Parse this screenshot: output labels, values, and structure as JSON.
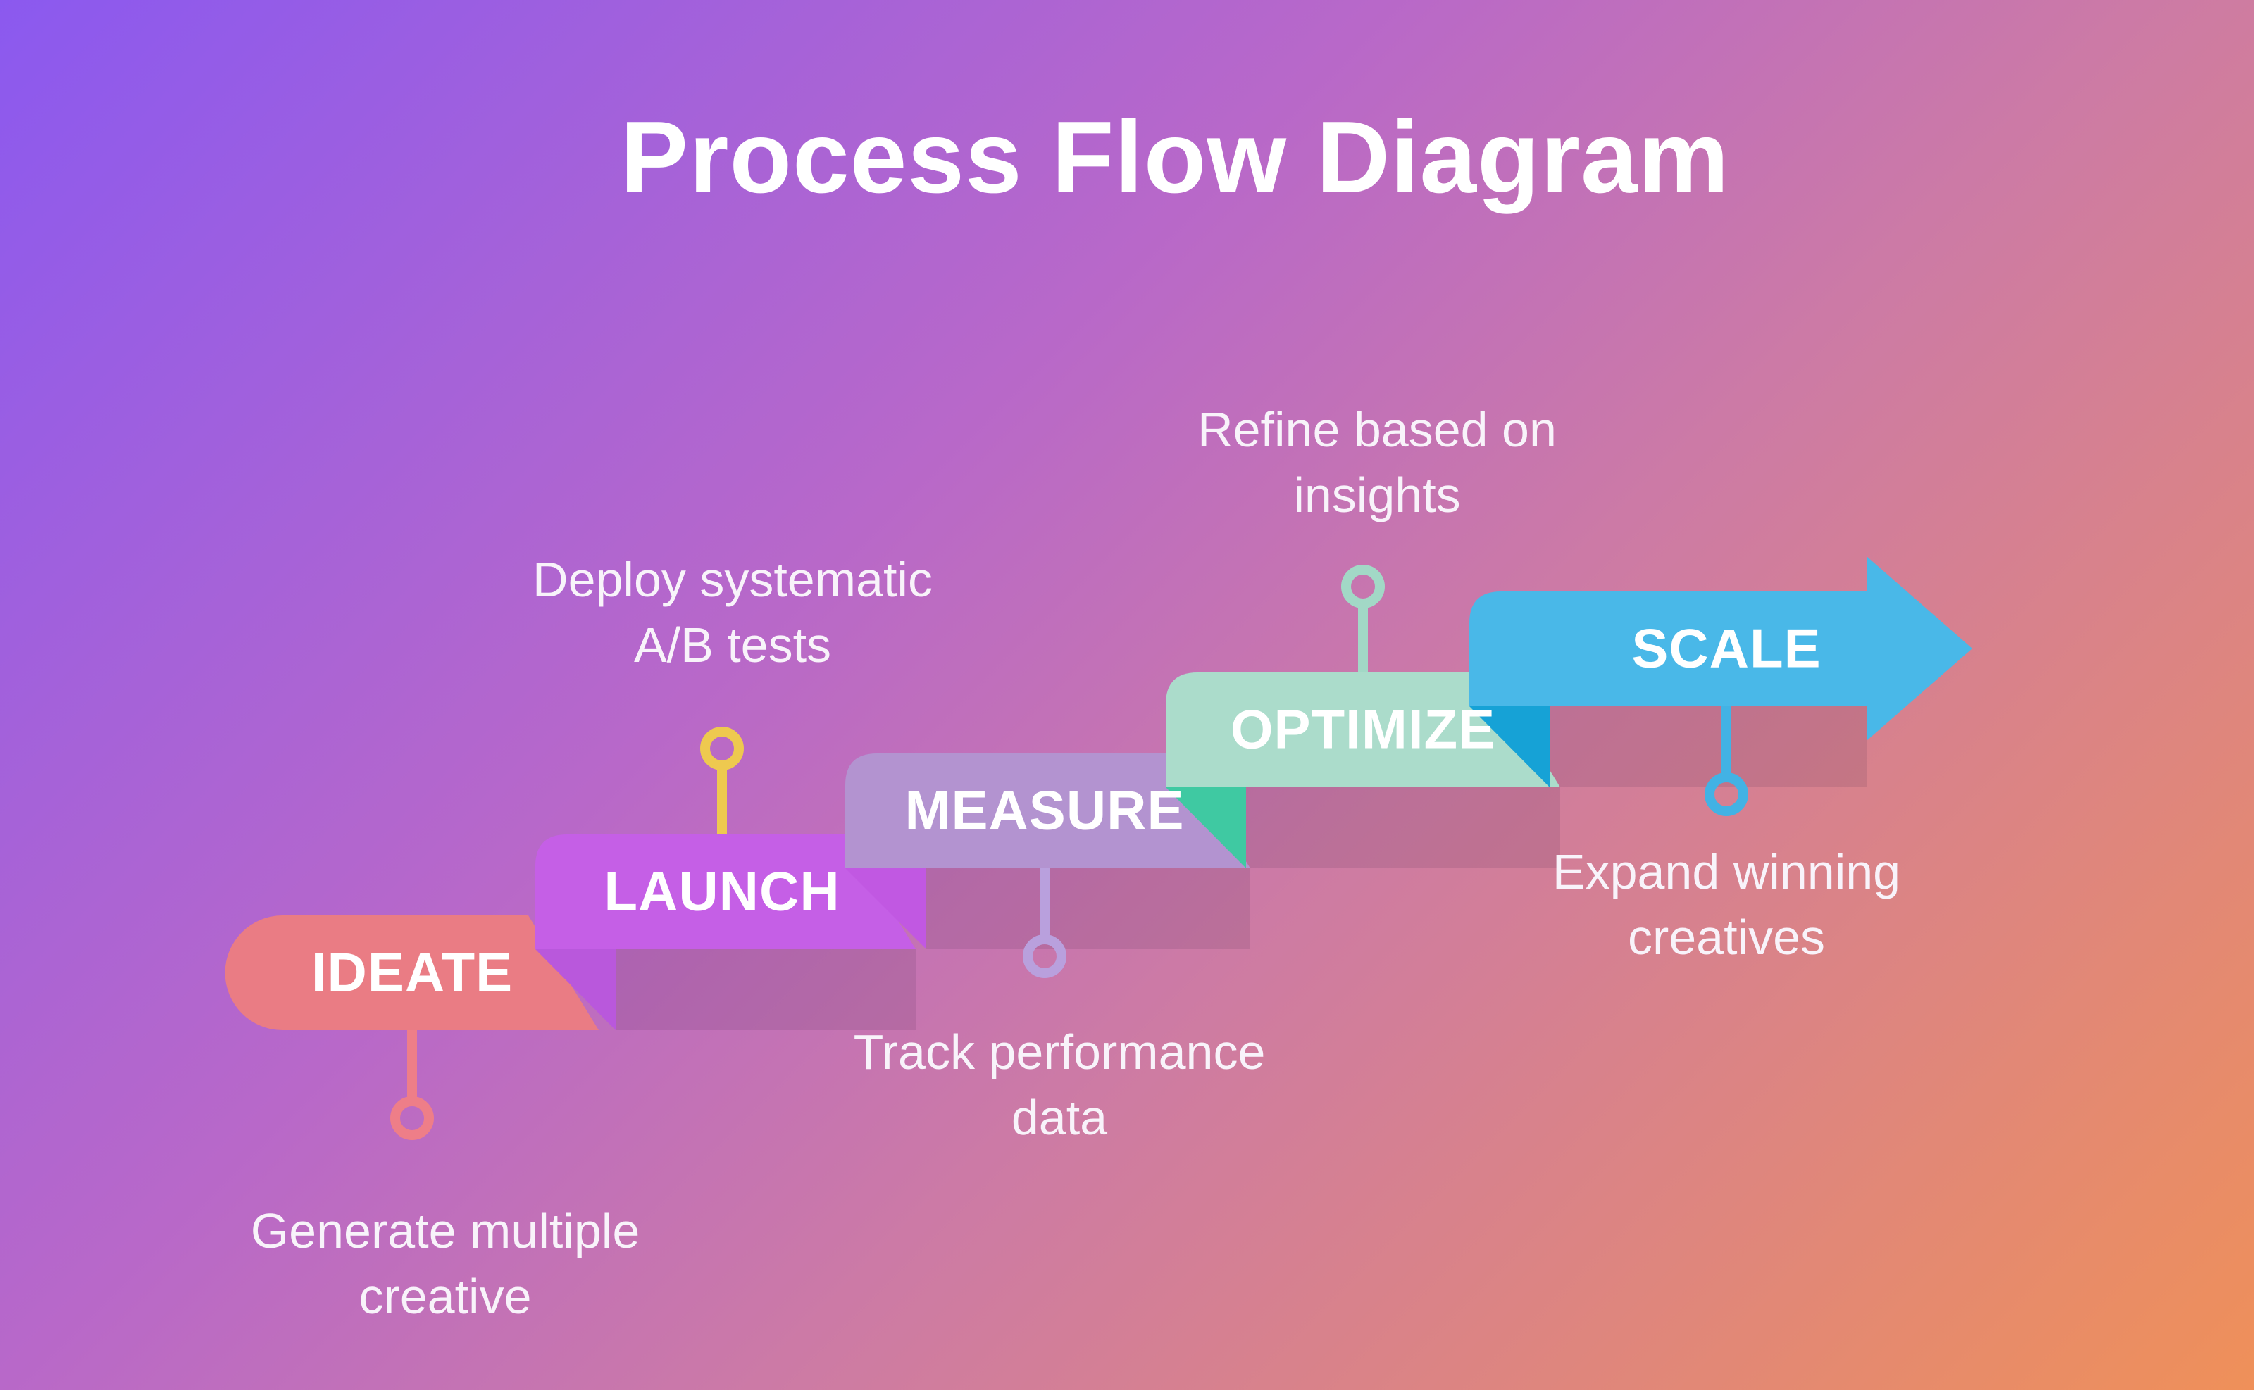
{
  "title": "Process Flow Diagram",
  "background": {
    "gradient_start": "#8b59ef",
    "gradient_mid": "#c473b0",
    "gradient_end": "#ef9059"
  },
  "steps": [
    {
      "id": "ideate",
      "label": "IDEATE",
      "description": {
        "line1": "Generate multiple",
        "line2": "creative"
      },
      "band_color": "#ea7c84",
      "fold_color": "",
      "connector_color": "#ee7e88",
      "connector_direction": "down"
    },
    {
      "id": "launch",
      "label": "LAUNCH",
      "description": {
        "line1": "Deploy systematic",
        "line2": "A/B tests"
      },
      "band_color": "#c55fe6",
      "fold_color": "#b958dc",
      "connector_color": "#eec94f",
      "connector_direction": "up"
    },
    {
      "id": "measure",
      "label": "MEASURE",
      "description": {
        "line1": "Track performance",
        "line2": "data"
      },
      "band_color": "#b393d0",
      "fold_color": "#c158e2",
      "connector_color": "#b9a0dd",
      "connector_direction": "down"
    },
    {
      "id": "optimize",
      "label": "OPTIMIZE",
      "description": {
        "line1": "Refine based on",
        "line2": "insights"
      },
      "band_color": "#abdccb",
      "fold_color": "#3fc9a2",
      "connector_color": "#a2d8c6",
      "connector_direction": "up"
    },
    {
      "id": "scale",
      "label": "SCALE",
      "description": {
        "line1": "Expand winning",
        "line2": "creatives"
      },
      "band_color": "#49b8e8",
      "fold_color": "#16a2d6",
      "connector_color": "#42b2e4",
      "connector_direction": "down"
    }
  ]
}
